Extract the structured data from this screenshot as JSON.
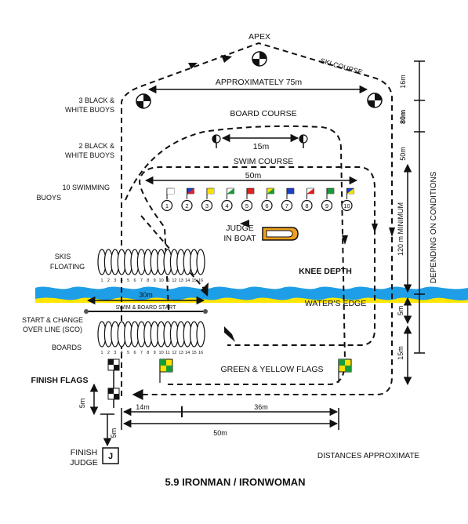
{
  "title": "5.9 IRONMAN / IRONWOMAN",
  "labels": {
    "apex": "APEX",
    "ski_course": "SKI COURSE",
    "approx_75m": "APPROXIMATELY 75m",
    "board_course": "BOARD COURSE",
    "board_15m": "15m",
    "swim_course": "SWIM COURSE",
    "swim_50m": "50m",
    "buoys_3_line1": "3 BLACK &",
    "buoys_3_line2": "WHITE BUOYS",
    "buoys_2_line1": "2 BLACK &",
    "buoys_2_line2": "WHITE BUOYS",
    "buoys_10_line1": "10 SWIMMING",
    "buoys_10_line2": "BUOYS",
    "judge_line1": "JUDGE",
    "judge_line2": "IN BOAT",
    "knee_depth": "KNEE DEPTH",
    "skis_line1": "SKIS",
    "skis_line2": "FLOATING",
    "waters_edge": "WATER'S EDGE",
    "start_30m": "30m",
    "swim_board_start": "SWIM & BOARD START",
    "sco_line1": "START & CHANGE",
    "sco_line2": "OVER LINE (SCO)",
    "boards": "BOARDS",
    "green_yellow_flags": "GREEN & YELLOW FLAGS",
    "finish_flags": "FINISH FLAGS",
    "dist_5m_flags": "5m",
    "dist_5m_judge": "5m",
    "dist_14m": "14m",
    "dist_36m": "36m",
    "dist_50m_bottom": "50m",
    "finish_judge_line1": "FINISH",
    "finish_judge_line2": "JUDGE",
    "finish_judge_letter": "J",
    "distances_approx": "DISTANCES APPROXIMATE",
    "right_16m": "16m",
    "right_80m": "80m",
    "right_50m": "50m",
    "right_120m": "120 m MINIMUM",
    "right_depending": "DEPENDING ON CONDITIONS",
    "right_5m": "5m",
    "right_15m": "15m"
  },
  "swim_buoys": [
    "1",
    "2",
    "3",
    "4",
    "5",
    "6",
    "7",
    "8",
    "9",
    "10"
  ],
  "ski_numbers": [
    "1",
    "2",
    "3",
    "4",
    "5",
    "6",
    "7",
    "8",
    "9",
    "10",
    "11",
    "12",
    "13",
    "14",
    "15",
    "16"
  ],
  "board_numbers": [
    "1",
    "2",
    "3",
    "4",
    "5",
    "6",
    "7",
    "8",
    "9",
    "10",
    "11",
    "12",
    "13",
    "14",
    "15",
    "16"
  ],
  "colors": {
    "water": "#1e9ee6",
    "sand": "#ffe600",
    "judge_boat": "#f0a020",
    "flag_red": "#e02020",
    "flag_blue": "#1a3fc8",
    "flag_yellow": "#f8e000",
    "flag_green": "#1a9a3a"
  }
}
